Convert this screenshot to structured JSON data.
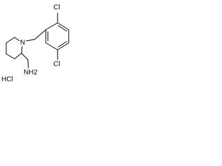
{
  "molecule": {
    "atoms": {
      "chlorine_top": "Cl",
      "nitrogen_ring": "N",
      "amine": "NH2",
      "chlorine_bottom": "Cl",
      "hydrochloride": "HCl"
    }
  }
}
